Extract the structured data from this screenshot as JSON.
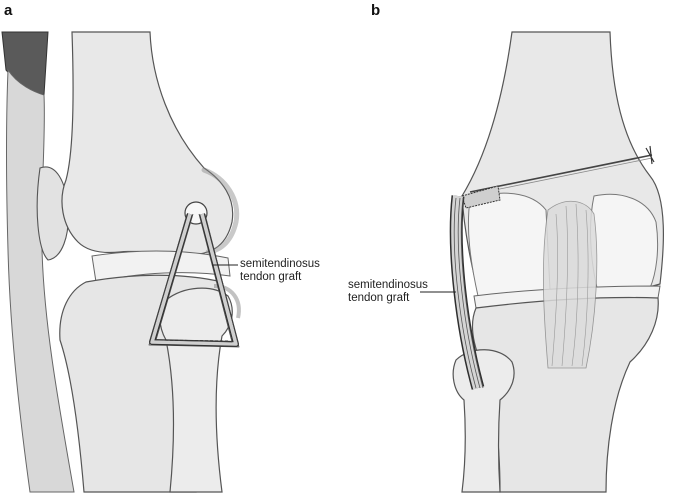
{
  "panels": [
    {
      "letter": "a",
      "label_line1": "semitendinosus",
      "label_line2": "tendon graft"
    },
    {
      "letter": "b",
      "label_line1": "semitendinosus",
      "label_line2": "tendon graft"
    }
  ],
  "colors": {
    "bone": "#e6e6e6",
    "bone_outline": "#555555",
    "cartilage": "#f4f4f4",
    "tendon": "#d4d4d4",
    "graft": "#cfcfcf",
    "graft_outline": "#333333",
    "muscle": "#5a5a5a"
  }
}
